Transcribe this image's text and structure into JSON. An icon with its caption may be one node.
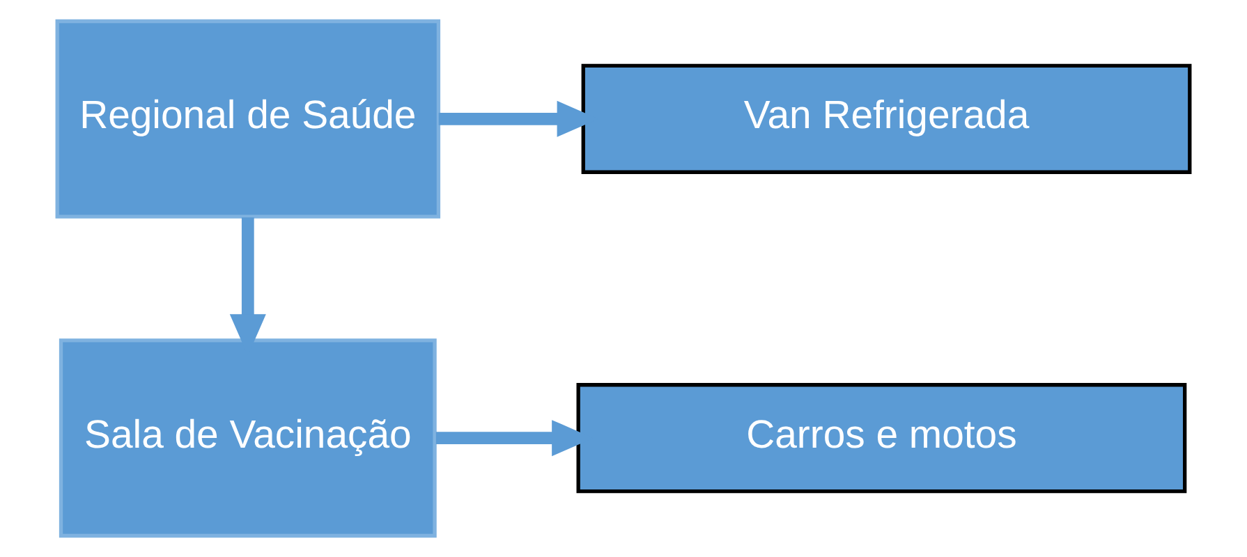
{
  "diagram": {
    "nodes": [
      {
        "text": [
          "Regional de Saúde"
        ]
      },
      {
        "text": [
          "Van Refrigerada"
        ]
      },
      {
        "text": [
          "Sala de Vacinação"
        ]
      },
      {
        "text": [
          "Carros e motos"
        ]
      }
    ],
    "edges": [
      {
        "from": 0,
        "to": 1,
        "arrow": "to"
      },
      {
        "from": 0,
        "to": 2,
        "arrow": "to"
      },
      {
        "from": 2,
        "to": 3,
        "arrow": "to"
      }
    ]
  }
}
